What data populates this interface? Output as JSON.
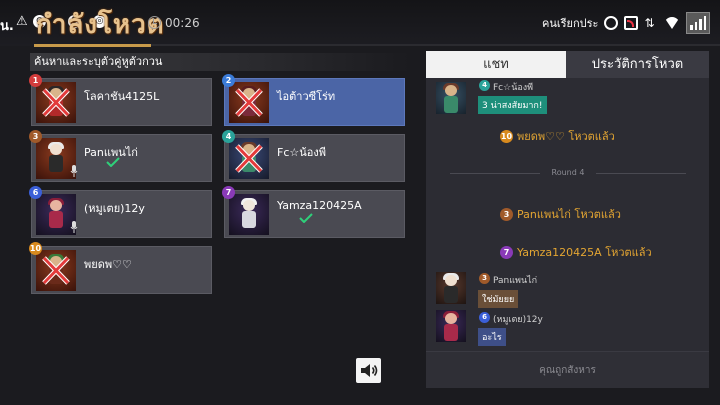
{
  "status_bar": {
    "carrier": "น.",
    "notification_text": "คนเรียกประ",
    "icons": [
      "warning-icon",
      "circle-icon",
      "circle-icon",
      "circle-icon",
      "alarm-icon",
      "cast-icon",
      "data-arrows-icon",
      "wifi-icon",
      "signal-icon"
    ]
  },
  "game": {
    "title": "กำลังโหวต",
    "timer": "00:26",
    "timer_progress": 0.17,
    "accent_color": "#c79a4a"
  },
  "players_panel": {
    "header": "ค้นหาและระบุตัวคู่หูตัวกวน",
    "players": [
      {
        "number": "1",
        "name": "โลคาชัน4125L",
        "eliminated": true,
        "voted": false,
        "badge_color": "#d33c3c",
        "highlight": false
      },
      {
        "number": "2",
        "name": "ไอต้าวซีโร่ท",
        "eliminated": true,
        "voted": false,
        "badge_color": "#3a7bd8",
        "highlight": true
      },
      {
        "number": "3",
        "name": "Panแพนไก่",
        "eliminated": false,
        "voted": true,
        "badge_color": "#a05a2a",
        "highlight": false
      },
      {
        "number": "4",
        "name": "Fc☆น้องพี",
        "eliminated": true,
        "voted": false,
        "badge_color": "#2aa39a",
        "highlight": false
      },
      {
        "number": "6",
        "name": "(หมูเตย)12y",
        "eliminated": false,
        "voted": false,
        "badge_color": "#3b5fd8",
        "highlight": false
      },
      {
        "number": "7",
        "name": "Yamza120425A",
        "eliminated": false,
        "voted": true,
        "badge_color": "#8a3ab8",
        "highlight": false
      },
      {
        "number": "10",
        "name": "พยดพ♡♡",
        "eliminated": true,
        "voted": false,
        "badge_color": "#d88a1e",
        "highlight": false
      }
    ]
  },
  "chat_panel": {
    "tabs": [
      "แชท",
      "ประวัติการโหวต"
    ],
    "active_tab": "แชท",
    "messages_top": {
      "sender_number": "4",
      "sender": "Fc☆น้องพี",
      "text": "3 น่าสงสัยมาก!"
    },
    "votes_before": [
      {
        "number": "10",
        "name": "พยดพ♡♡",
        "suffix": "โหวตแล้ว",
        "badge_color": "#d88a1e"
      }
    ],
    "round_label": "Round 4",
    "votes_after": [
      {
        "number": "3",
        "name": "Panแพนไก่",
        "suffix": "โหวตแล้ว",
        "badge_color": "#a05a2a"
      },
      {
        "number": "7",
        "name": "Yamza120425A",
        "suffix": "โหวตแล้ว",
        "badge_color": "#8a3ab8"
      }
    ],
    "messages_bottom": [
      {
        "number": "3",
        "sender": "Panแพนไก่",
        "text": "ใช่มัยยย",
        "badge_color": "#a05a2a"
      },
      {
        "number": "6",
        "sender": "(หมูเตย)12y",
        "text": "อะไร",
        "badge_color": "#3b5fd8"
      }
    ],
    "input_placeholder": "คุณถูกสังหาร"
  },
  "controls": {
    "speaker_icon": "speaker-icon"
  }
}
